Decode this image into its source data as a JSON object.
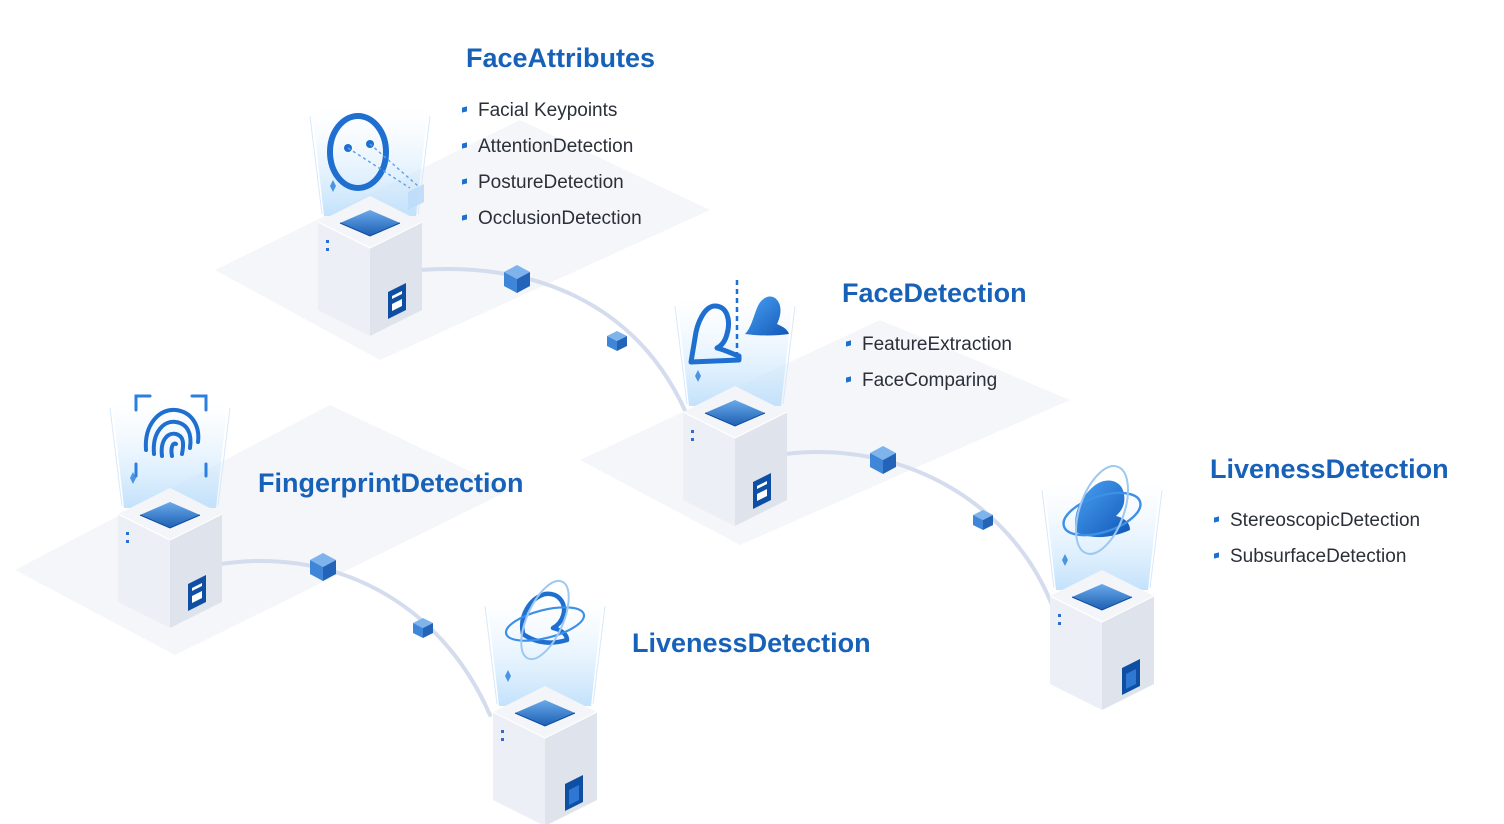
{
  "modules": [
    {
      "id": "face-attributes",
      "title": "FaceAttributes",
      "icon": "face-outline-icon",
      "items": [
        "Facial Keypoints",
        "AttentionDetection",
        "PostureDetection",
        "OcclusionDetection"
      ]
    },
    {
      "id": "face-detection",
      "title": "FaceDetection",
      "icon": "face-compare-icon",
      "items": [
        "FeatureExtraction",
        "FaceComparing"
      ]
    },
    {
      "id": "liveness-detection-right",
      "title": "LivenessDetection",
      "icon": "liveness-person-icon",
      "items": [
        "StereoscopicDetection",
        "SubsurfaceDetection"
      ]
    },
    {
      "id": "fingerprint-detection",
      "title": "FingerprintDetection",
      "icon": "fingerprint-icon",
      "items": []
    },
    {
      "id": "liveness-detection-bottom",
      "title": "LivenessDetection",
      "icon": "liveness-outline-icon",
      "items": []
    }
  ],
  "colors": {
    "accent": "#1762b8",
    "bullet": "#1f6fd1",
    "text": "#2a2f38",
    "connector": "#cfd8e6",
    "cube_light": "#f1f3f8",
    "cube_mid": "#e2e6ef",
    "cube_dark": "#d3d9e5",
    "beam": "#cfe6fb",
    "icon_blue": "#2a7fe0"
  }
}
